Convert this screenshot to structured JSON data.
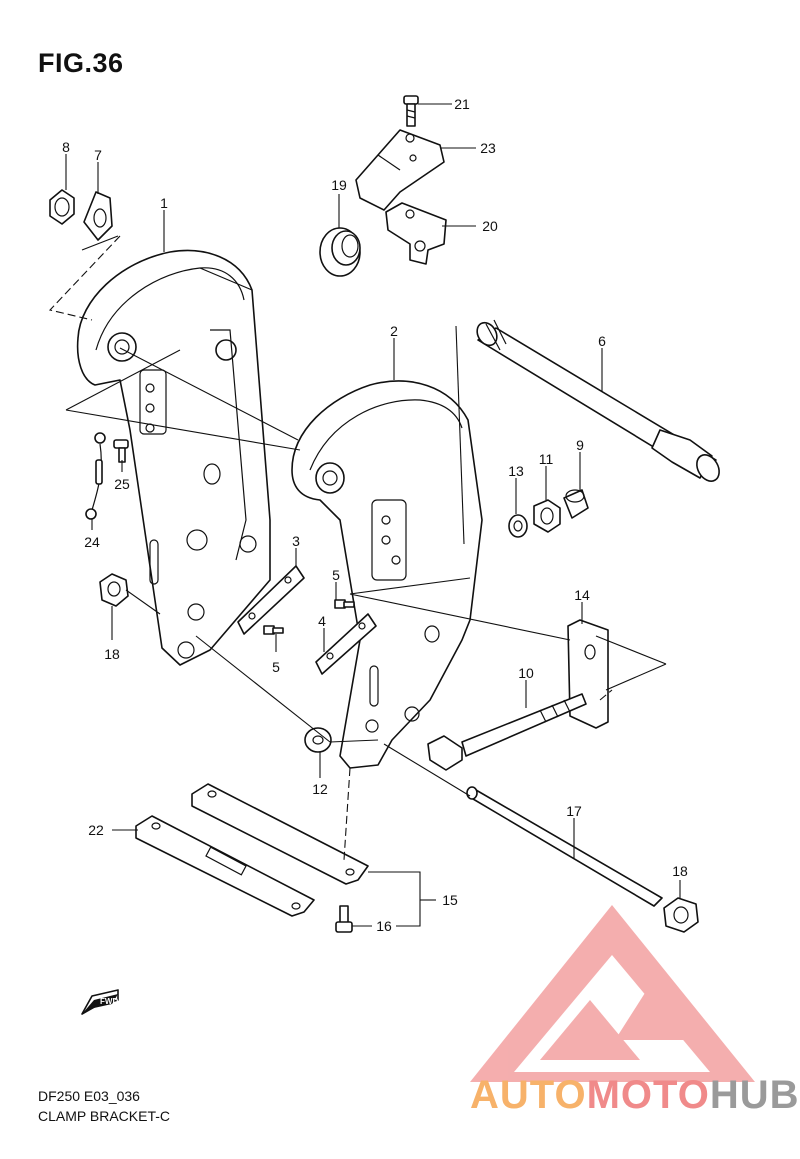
{
  "figure": {
    "title": "FIG.36",
    "model_code": "DF250 E03_036",
    "section_name": "CLAMP BRACKET-C"
  },
  "callouts": [
    "1",
    "2",
    "3",
    "4",
    "5",
    "5",
    "6",
    "7",
    "8",
    "9",
    "10",
    "11",
    "12",
    "13",
    "14",
    "15",
    "16",
    "17",
    "18",
    "18",
    "19",
    "20",
    "21",
    "22",
    "23",
    "24",
    "25"
  ],
  "fwd_arrow": {
    "label": "FWD",
    "icon": "fwd-arrow-icon"
  },
  "watermark": {
    "brand_part_1": "AUTO",
    "brand_part_2": "MOTO",
    "brand_part_3": "HUB",
    "colors": {
      "triangle": "#f08a8a",
      "auto": "#f7b26a",
      "moto": "#f08a8a",
      "hub": "#9a9a9a"
    }
  }
}
